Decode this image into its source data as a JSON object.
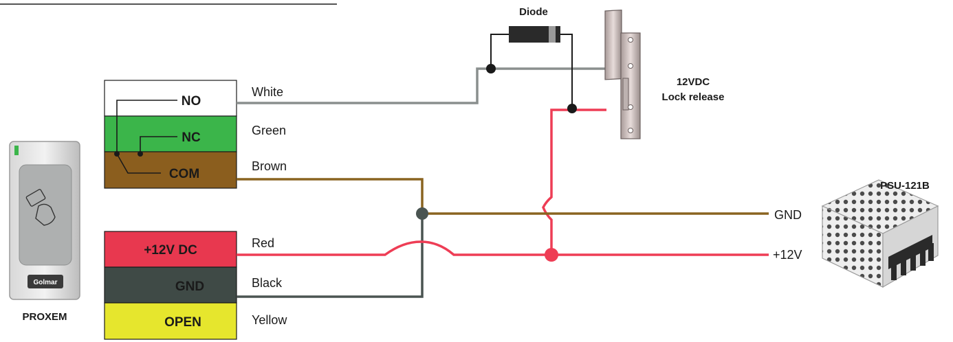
{
  "reader": {
    "label": "PROXEM",
    "brand": "Golmar"
  },
  "terminals": {
    "no": "NO",
    "nc": "NC",
    "com": "COM",
    "v12": "+12V DC",
    "gnd": "GND",
    "open": "OPEN"
  },
  "wires": {
    "white": "White",
    "green": "Green",
    "brown": "Brown",
    "red": "Red",
    "black": "Black",
    "yellow": "Yellow"
  },
  "diode": {
    "label": "Diode"
  },
  "lock": {
    "label_line1": "12VDC",
    "label_line2": "Lock release"
  },
  "psu": {
    "label": "PSU-121B",
    "gnd_label": "GND",
    "v12_label": "+12V"
  },
  "colors": {
    "no_block": "#ffffff",
    "nc_block": "#3bb54a",
    "com_block": "#8b5e1e",
    "v12_block": "#e8384f",
    "gnd_block": "#3f4a46",
    "open_block": "#e6e62d",
    "white_wire": "#8a8f8e",
    "brown_wire": "#8a6420",
    "red_wire": "#ee3d55",
    "black_wire": "#4a5451"
  }
}
